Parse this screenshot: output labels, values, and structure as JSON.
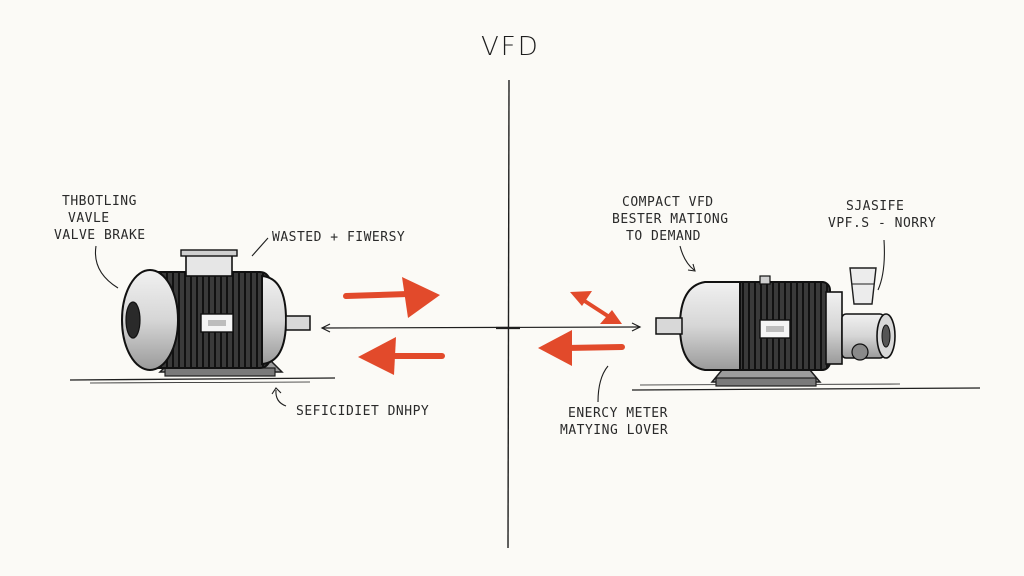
{
  "title": "VFD",
  "left": {
    "callout_top_left": [
      "THBOTLING",
      "VAVLE",
      "VALVE BRAKE"
    ],
    "callout_arrows": "WASTED + FIWERSY",
    "callout_bottom": "SEFICIDIET DNHPY"
  },
  "right": {
    "callout_top": [
      "COMPACT VFD",
      "BESTER MATIONG",
      "TO DEMAND"
    ],
    "callout_top_right": [
      "SJASIFE",
      "VPF.S - NORRY"
    ],
    "callout_bottom": [
      "ENERCY METER",
      "MATYING LOVER"
    ]
  },
  "colors": {
    "ink": "#1e1e1e",
    "accent_arrow": "#e24a2b",
    "paper": "#fbfaf6"
  }
}
